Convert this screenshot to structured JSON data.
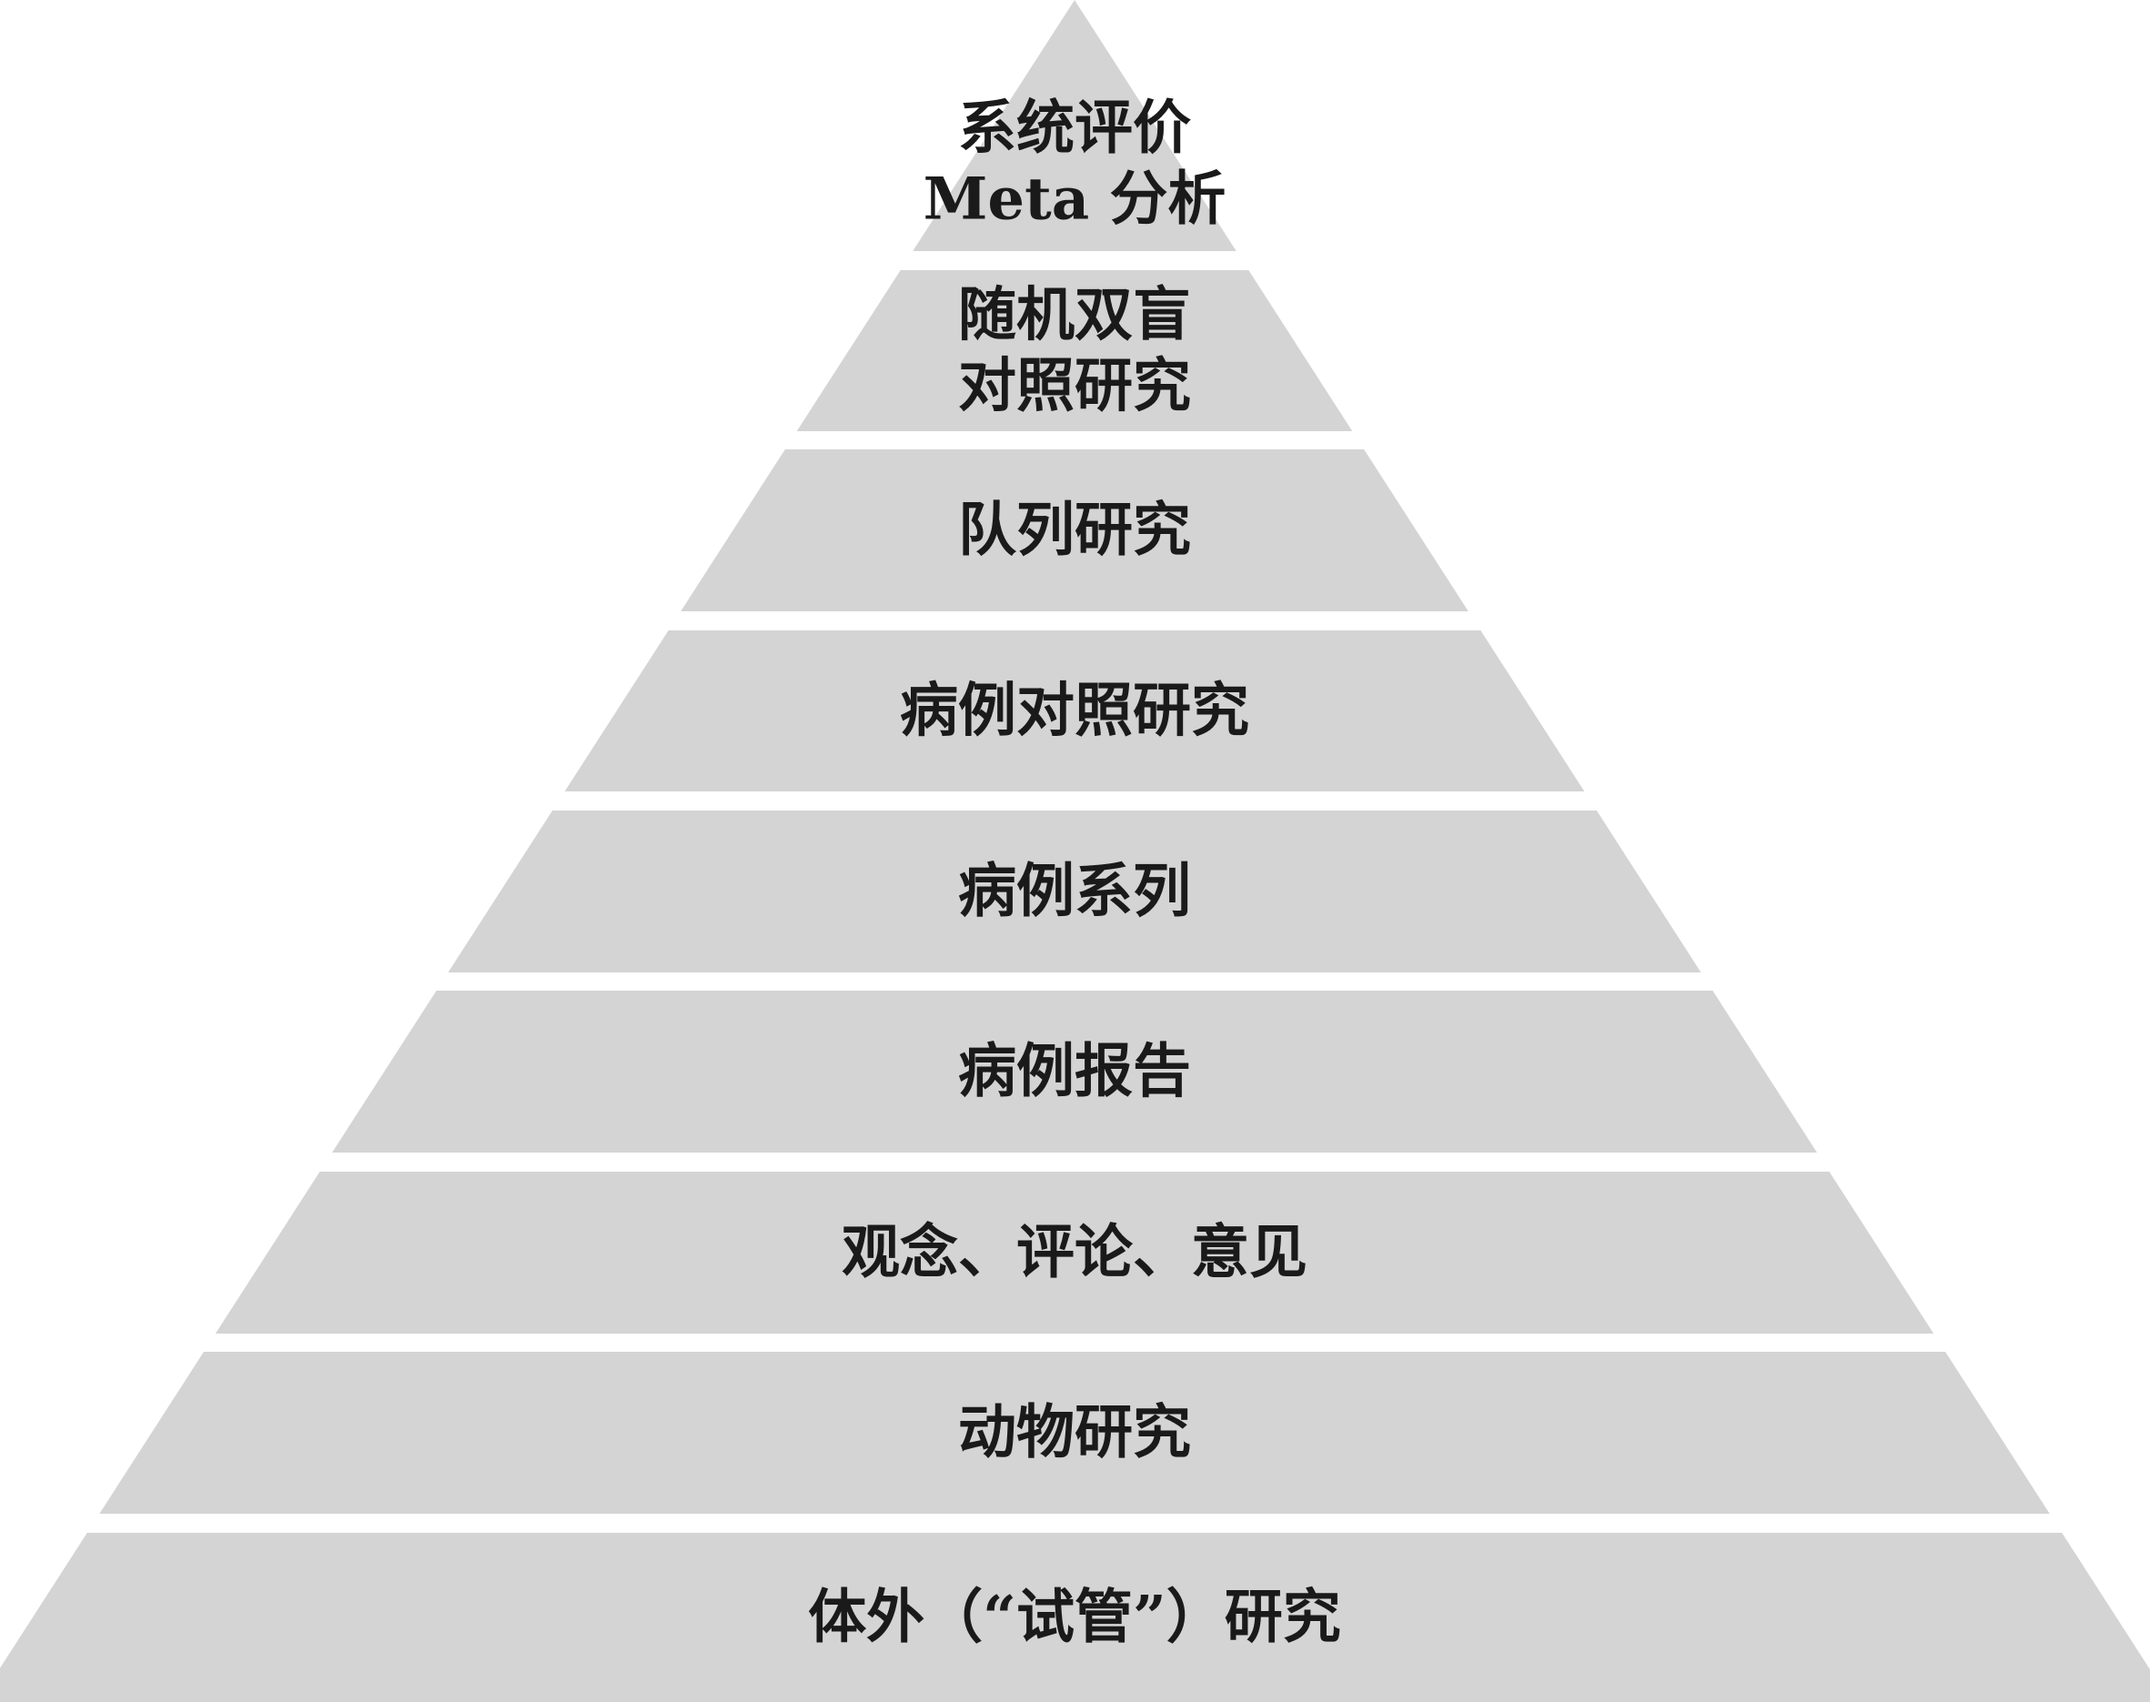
{
  "pyramid": {
    "fill_color": "#d4d4d4",
    "text_color": "#1a1a1a",
    "tiers": [
      {
        "lines": [
          "系统评价",
          "Meta 分析"
        ]
      },
      {
        "lines": [
          "随机双盲",
          "对照研究"
        ]
      },
      {
        "lines": [
          "队列研究"
        ]
      },
      {
        "lines": [
          "病例对照研究"
        ]
      },
      {
        "lines": [
          "病例系列"
        ]
      },
      {
        "lines": [
          "病例报告"
        ]
      },
      {
        "lines": [
          "观念、评论、意见"
        ]
      },
      {
        "lines": [
          "动物研究"
        ]
      },
      {
        "lines": [
          "体外（“试管”）研究"
        ]
      }
    ]
  }
}
